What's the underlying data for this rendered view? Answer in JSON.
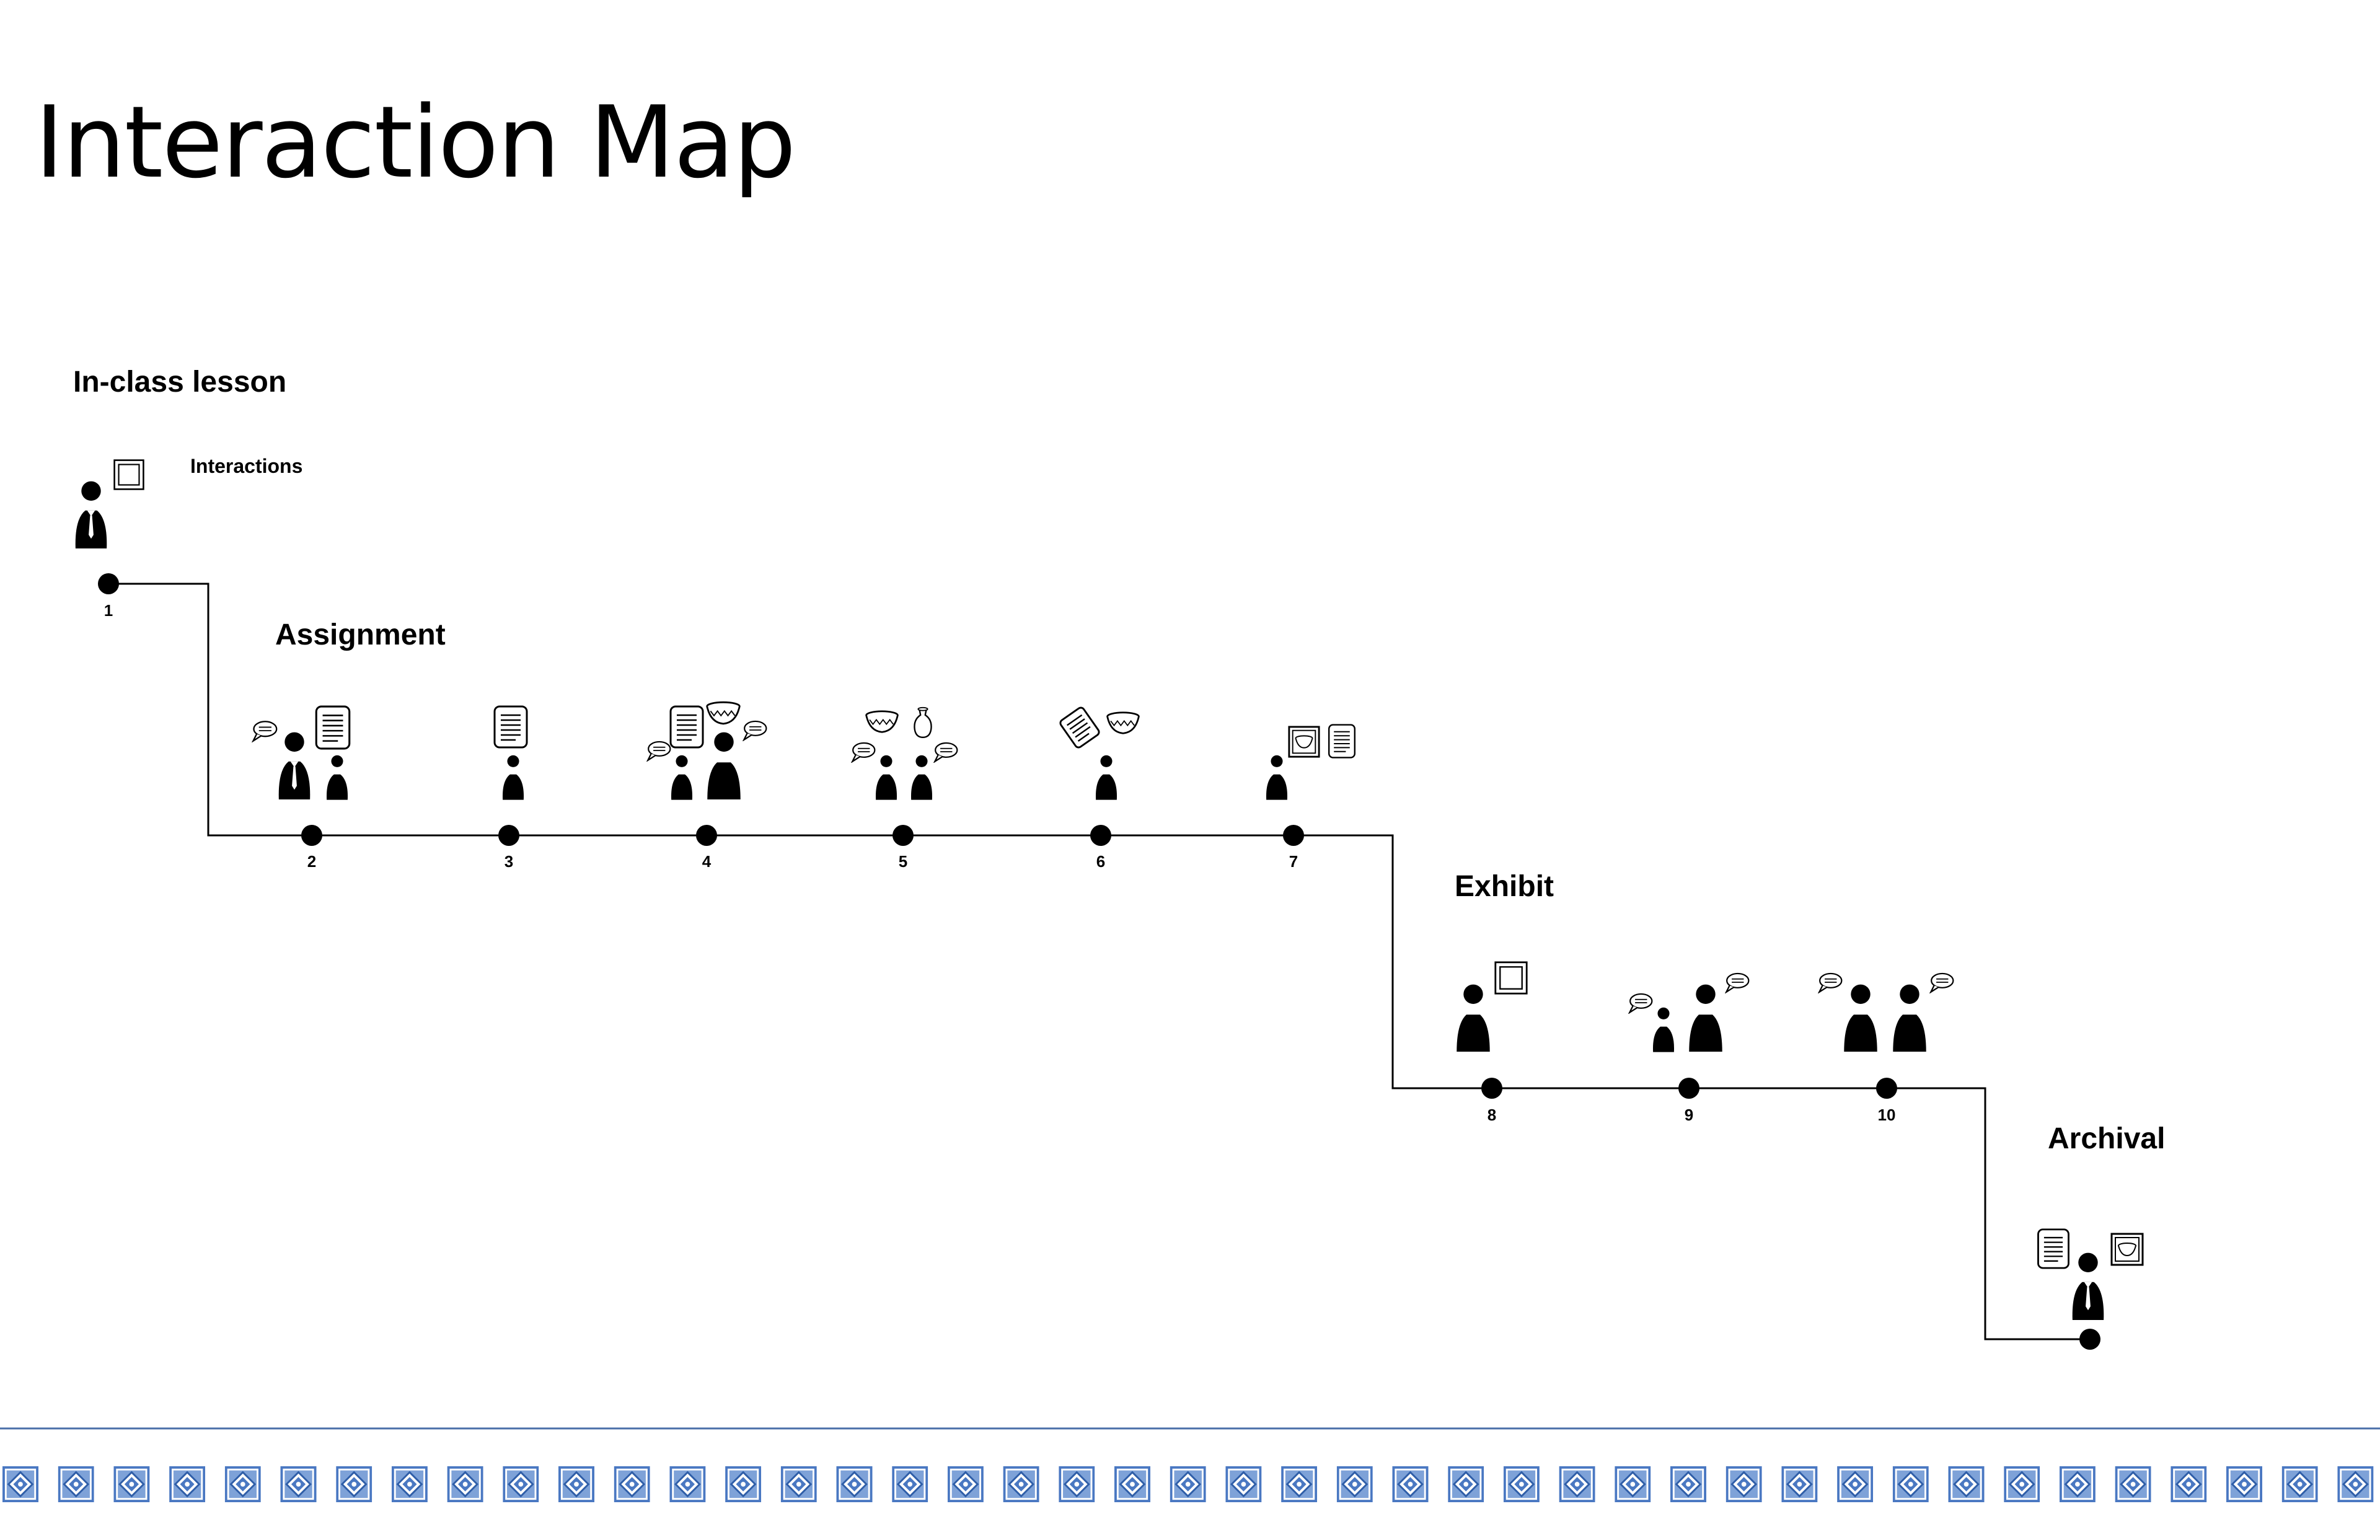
{
  "title": "Interaction Map",
  "legend": {
    "label": "Interactions"
  },
  "stages": [
    {
      "id": "in-class-lesson",
      "label": "In-class lesson"
    },
    {
      "id": "assignment",
      "label": "Assignment"
    },
    {
      "id": "exhibit",
      "label": "Exhibit"
    },
    {
      "id": "archival",
      "label": "Archival"
    }
  ],
  "steps": [
    {
      "number": "1",
      "stage": "in-class-lesson",
      "actors": [
        "instructor"
      ],
      "artifacts": [
        "frame"
      ]
    },
    {
      "number": "2",
      "stage": "assignment",
      "actors": [
        "instructor",
        "student"
      ],
      "artifacts": [
        "speech",
        "document"
      ]
    },
    {
      "number": "3",
      "stage": "assignment",
      "actors": [
        "student"
      ],
      "artifacts": [
        "document"
      ]
    },
    {
      "number": "4",
      "stage": "assignment",
      "actors": [
        "student",
        "visitor"
      ],
      "artifacts": [
        "speech",
        "document",
        "bowl",
        "speech"
      ]
    },
    {
      "number": "5",
      "stage": "assignment",
      "actors": [
        "student",
        "student"
      ],
      "artifacts": [
        "speech",
        "bowl",
        "vase",
        "speech"
      ]
    },
    {
      "number": "6",
      "stage": "assignment",
      "actors": [
        "student"
      ],
      "artifacts": [
        "document",
        "bowl"
      ]
    },
    {
      "number": "7",
      "stage": "assignment",
      "actors": [
        "student"
      ],
      "artifacts": [
        "framed-bowl",
        "document"
      ]
    },
    {
      "number": "8",
      "stage": "exhibit",
      "actors": [
        "visitor"
      ],
      "artifacts": [
        "frame"
      ]
    },
    {
      "number": "9",
      "stage": "exhibit",
      "actors": [
        "student",
        "visitor"
      ],
      "artifacts": [
        "speech",
        "speech"
      ]
    },
    {
      "number": "10",
      "stage": "exhibit",
      "actors": [
        "visitor",
        "visitor"
      ],
      "artifacts": [
        "speech",
        "speech"
      ]
    },
    {
      "number": "",
      "stage": "archival",
      "actors": [
        "instructor"
      ],
      "artifacts": [
        "document",
        "framed-bowl"
      ]
    }
  ],
  "colors": {
    "line": "#000000",
    "footer_blue": "#4a78c2",
    "footer_rule": "#4a6fa8"
  }
}
